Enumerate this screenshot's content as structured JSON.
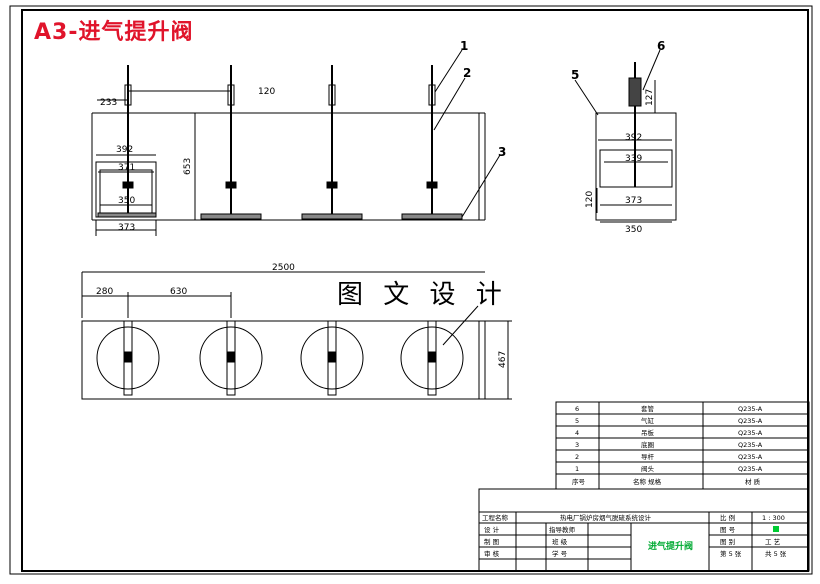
{
  "sheet_title": "A3-进气提升阀",
  "watermark": "图 文 设 计",
  "front_view": {
    "dims": {
      "left_offset": "233",
      "pitch": "120",
      "height": "653",
      "w392": "392",
      "w371": "371",
      "w350": "350",
      "w373": "373"
    }
  },
  "side_view": {
    "dims": {
      "top_h": "127",
      "w392": "392",
      "w339": "339",
      "w373": "373",
      "w350": "350",
      "h120": "120"
    }
  },
  "top_view": {
    "dims": {
      "total": "2500",
      "edge": "280",
      "pitch": "630",
      "depth": "467"
    }
  },
  "callouts": [
    "1",
    "2",
    "3",
    "5",
    "6"
  ],
  "parts_table": {
    "rows": [
      {
        "no": "6",
        "name": "套管",
        "material": "Q235-A"
      },
      {
        "no": "5",
        "name": "气缸",
        "material": "Q235-A"
      },
      {
        "no": "4",
        "name": "吊板",
        "material": "Q235-A"
      },
      {
        "no": "3",
        "name": "底圈",
        "material": "Q235-A"
      },
      {
        "no": "2",
        "name": "导杆",
        "material": "Q235-A"
      },
      {
        "no": "1",
        "name": "阀头",
        "material": "Q235-A"
      }
    ],
    "header": {
      "no": "序号",
      "name": "名称 规格",
      "material": "材 质"
    }
  },
  "title_block": {
    "project_label": "工程名称",
    "project_name": "热电厂锅炉房烟气脱硫系统设计",
    "row_labels": [
      "设 计",
      "制 图",
      "审 核"
    ],
    "mid_labels": [
      "指导教师",
      "班 级",
      "学 号"
    ],
    "drawing_name": "进气提升阀",
    "scale_label": "比 例",
    "scale_value": "1 : 300",
    "sheet_label": "图 号",
    "sheet_marker": "",
    "stage_label": "图 别",
    "stage_value": "工 艺",
    "page_label": "第 5 张",
    "total_label": "共 5 张"
  }
}
